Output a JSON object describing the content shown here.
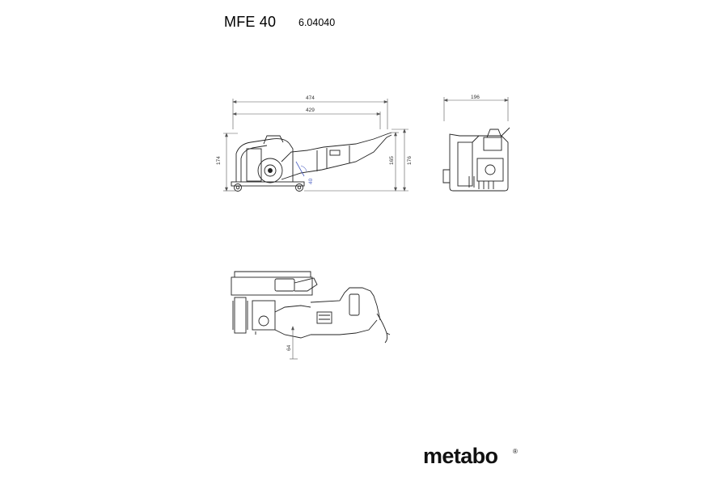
{
  "header": {
    "model": "MFE 40",
    "article_number": "6.04040"
  },
  "dimensions": {
    "overall_length": "474",
    "body_length": "429",
    "height_left": "174",
    "height_inner": "165",
    "height_right": "176",
    "width": "196",
    "cut_depth": "40",
    "bottom_offset": "64"
  },
  "brand": {
    "logo_text": "metabo",
    "registered_mark": "®"
  }
}
